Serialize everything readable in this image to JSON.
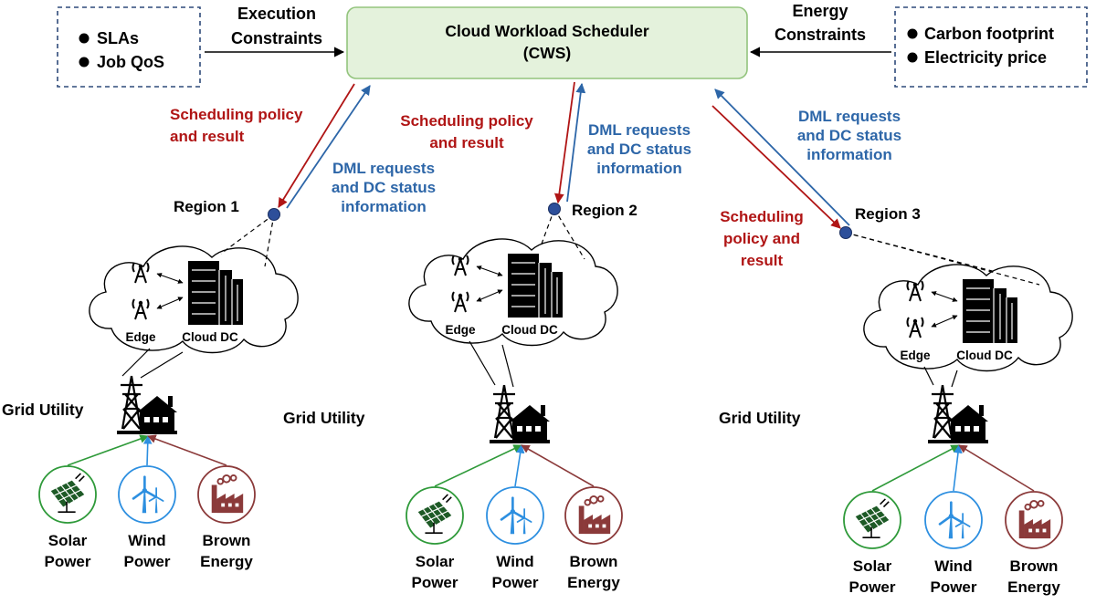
{
  "scheduler": {
    "line1": "Cloud Workload Scheduler",
    "line2": "(CWS)"
  },
  "left_box": {
    "items": [
      "SLAs",
      "Job QoS"
    ]
  },
  "right_box": {
    "items": [
      "Carbon footprint",
      "Electricity price"
    ]
  },
  "left_constraint": [
    "Execution",
    "Constraints"
  ],
  "right_constraint": [
    "Energy",
    "Constraints"
  ],
  "regions": [
    {
      "name": "Region 1",
      "policy_label": [
        "Scheduling policy",
        "and result"
      ],
      "request_label": [
        "DML requests",
        "and DC status",
        "information"
      ],
      "edge_label": "Edge",
      "dc_label": "Cloud DC",
      "grid_label": "Grid Utility",
      "sources": [
        {
          "line1": "Solar",
          "line2": "Power",
          "color": "#2f9a3a",
          "icon": "solar-panel-icon"
        },
        {
          "line1": "Wind",
          "line2": "Power",
          "color": "#2d8fe0",
          "icon": "wind-turbine-icon"
        },
        {
          "line1": "Brown",
          "line2": "Energy",
          "color": "#8b3a3a",
          "icon": "factory-icon"
        }
      ]
    },
    {
      "name": "Region 2",
      "policy_label": [
        "Scheduling policy",
        "and result"
      ],
      "request_label": [
        "DML requests",
        "and DC status",
        "information"
      ],
      "edge_label": "Edge",
      "dc_label": "Cloud DC",
      "grid_label": "Grid Utility",
      "sources": [
        {
          "line1": "Solar",
          "line2": "Power",
          "color": "#2f9a3a",
          "icon": "solar-panel-icon"
        },
        {
          "line1": "Wind",
          "line2": "Power",
          "color": "#2d8fe0",
          "icon": "wind-turbine-icon"
        },
        {
          "line1": "Brown",
          "line2": "Energy",
          "color": "#8b3a3a",
          "icon": "factory-icon"
        }
      ]
    },
    {
      "name": "Region 3",
      "policy_label": [
        "Scheduling",
        "policy and",
        "result"
      ],
      "request_label": [
        "DML requests",
        "and DC status",
        "information"
      ],
      "edge_label": "Edge",
      "dc_label": "Cloud DC",
      "grid_label": "Grid Utility",
      "sources": [
        {
          "line1": "Solar",
          "line2": "Power",
          "color": "#2f9a3a",
          "icon": "solar-panel-icon"
        },
        {
          "line1": "Wind",
          "line2": "Power",
          "color": "#2d8fe0",
          "icon": "wind-turbine-icon"
        },
        {
          "line1": "Brown",
          "line2": "Energy",
          "color": "#8b3a3a",
          "icon": "factory-icon"
        }
      ]
    }
  ],
  "colors": {
    "scheduler_fill": "#e4f2dc",
    "scheduler_border": "#93c47d",
    "box_border": "#2f4a7a",
    "policy": "#b01515",
    "request": "#2d66a8",
    "node": "#2d4f9a"
  }
}
